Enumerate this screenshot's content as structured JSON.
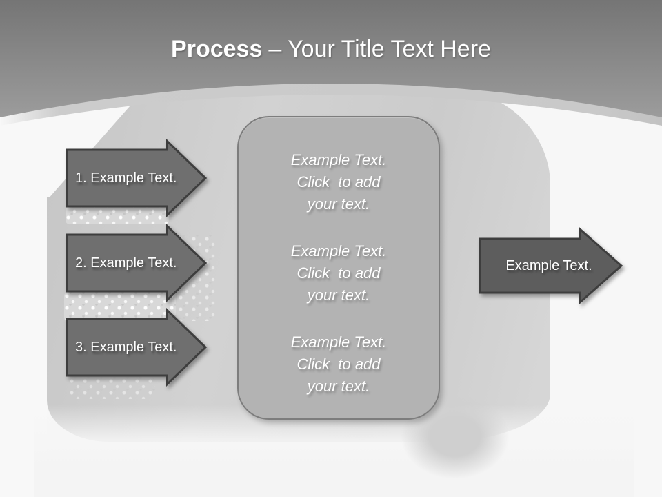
{
  "slide_title": {
    "bold": "Process",
    "rest": "– Your Title Text Here"
  },
  "left_arrows": [
    {
      "label": "1. Example Text."
    },
    {
      "label": "2. Example Text."
    },
    {
      "label": "3. Example Text."
    }
  ],
  "right_arrow": {
    "label": "Example Text."
  },
  "center_panel": {
    "blocks": [
      {
        "text": "Example Text.\nClick  to add\nyour text."
      },
      {
        "text": "Example Text.\nClick  to add\nyour text."
      },
      {
        "text": "Example Text.\nClick  to add\nyour text."
      }
    ]
  },
  "colors": {
    "header_gradient_top": "#757575",
    "header_gradient_bottom": "#9c9c9c",
    "header_band": "#c9c9c9",
    "left_arrow_fill": "#6f6f6f",
    "right_arrow_fill": "#5d5d5d",
    "arrow_border": "#3e3e3e",
    "panel_fill": "#b3b3b3",
    "panel_border": "#7d7d7d",
    "text": "#ffffff"
  }
}
